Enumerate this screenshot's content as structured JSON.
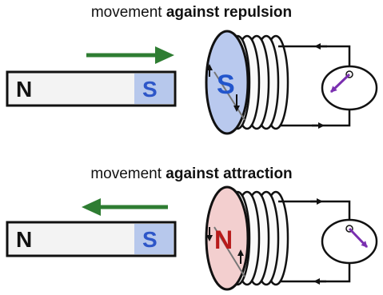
{
  "panels": [
    {
      "heading_plain": "movement ",
      "heading_bold": "against repulsion",
      "magnet": {
        "left_pole": "N",
        "right_pole": "S"
      },
      "coil_pole": "S",
      "arrow_direction": "right",
      "coil_face_color": "#b9c9ee",
      "coil_pole_color": "#2255cc"
    },
    {
      "heading_plain": "movement ",
      "heading_bold": "against attraction",
      "magnet": {
        "left_pole": "N",
        "right_pole": "S"
      },
      "coil_pole": "N",
      "arrow_direction": "left",
      "coil_face_color": "#f3cfcf",
      "coil_pole_color": "#b81b1b"
    }
  ],
  "colors": {
    "arrow": "#2e7d32",
    "s_pole_fill": "#b7c8ec",
    "s_pole_text": "#2d56c8",
    "n_pole_text": "#111111",
    "needle": "#7a2fb0"
  }
}
